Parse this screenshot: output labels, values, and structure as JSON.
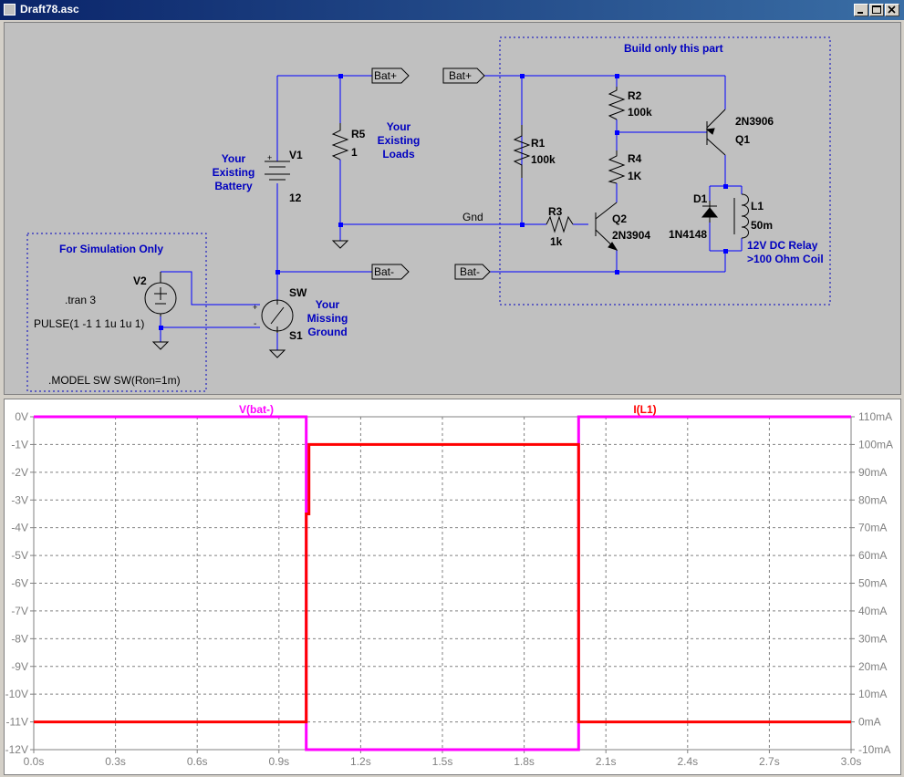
{
  "window": {
    "title": "Draft78.asc",
    "buttons": [
      "minimize",
      "maximize",
      "close"
    ]
  },
  "schematic": {
    "regions": {
      "build_only": "Build only this part",
      "sim_only": "For Simulation Only"
    },
    "components": {
      "v1": {
        "name": "V1",
        "value": "12",
        "plus": "+"
      },
      "r5": {
        "name": "R5",
        "value": "1"
      },
      "r1": {
        "name": "R1",
        "value": "100k"
      },
      "r2": {
        "name": "R2",
        "value": "100k"
      },
      "r4": {
        "name": "R4",
        "value": "1K"
      },
      "r3": {
        "name": "R3",
        "value": "1k"
      },
      "q1": {
        "name": "Q1",
        "value": "2N3906"
      },
      "q2": {
        "name": "Q2",
        "value": "2N3904"
      },
      "d1": {
        "name": "D1",
        "value": "1N4148"
      },
      "l1": {
        "name": "L1",
        "value": "50m"
      },
      "v2": {
        "name": "V2",
        "value": "PULSE(1 -1 1 1u 1u 1)"
      },
      "s1": {
        "name": "S1",
        "value": "SW",
        "plus": "+",
        "minus": "-"
      }
    },
    "directives": {
      "tran": ".tran 3",
      "model": ".MODEL SW SW(Ron=1m)"
    },
    "net_labels": {
      "batp": "Bat+",
      "batm": "Bat-",
      "gnd": "Gnd"
    },
    "comments": {
      "battery": [
        "Your",
        "Existing",
        "Battery"
      ],
      "loads": [
        "Your",
        "Existing",
        "Loads"
      ],
      "ground": [
        "Your",
        "Missing",
        "Ground"
      ],
      "relay": [
        "12V DC Relay",
        ">100 Ohm Coil"
      ]
    }
  },
  "plot": {
    "traces": [
      {
        "name": "V(bat-)",
        "color": "#ff00ff"
      },
      {
        "name": "I(L1)",
        "color": "#ff0000"
      }
    ],
    "grid_color": "#808080"
  },
  "chart_data": {
    "type": "line",
    "x_ticks": [
      "0.0s",
      "0.3s",
      "0.6s",
      "0.9s",
      "1.2s",
      "1.5s",
      "1.8s",
      "2.1s",
      "2.4s",
      "2.7s",
      "3.0s"
    ],
    "xlim": [
      0,
      3
    ],
    "y_left_ticks": [
      "0V",
      "-1V",
      "-2V",
      "-3V",
      "-4V",
      "-5V",
      "-6V",
      "-7V",
      "-8V",
      "-9V",
      "-10V",
      "-11V",
      "-12V"
    ],
    "ylim_left": [
      -12,
      0
    ],
    "y_right_ticks": [
      "110mA",
      "100mA",
      "90mA",
      "80mA",
      "70mA",
      "60mA",
      "50mA",
      "40mA",
      "30mA",
      "20mA",
      "10mA",
      "0mA",
      "-10mA"
    ],
    "ylim_right": [
      -10,
      110
    ],
    "grid": true,
    "series": [
      {
        "name": "V(bat-)",
        "axis": "left",
        "x": [
          0,
          1.0,
          1.0,
          2.0,
          2.0,
          3.0
        ],
        "y": [
          0,
          0,
          -12,
          -12,
          0,
          0
        ]
      },
      {
        "name": "I(L1)",
        "axis": "right",
        "x": [
          0,
          1.0,
          1.0,
          1.01,
          1.01,
          2.0,
          2.0,
          3.0
        ],
        "y": [
          0,
          0,
          75,
          75,
          100,
          100,
          0,
          0
        ]
      }
    ]
  }
}
